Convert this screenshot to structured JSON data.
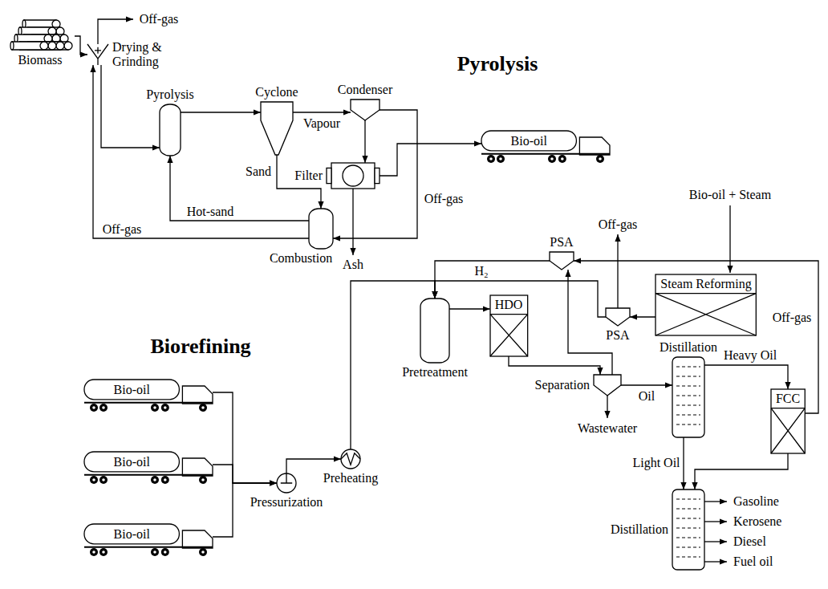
{
  "diagram": {
    "nodes": [
      {
        "text": [
          "Biomass"
        ]
      },
      {
        "text": [
          "Drying & Grinding"
        ]
      },
      {
        "text": [
          "Pyrolysis"
        ]
      },
      {
        "text": [
          "Cyclone"
        ]
      },
      {
        "text": [
          "Condenser"
        ]
      },
      {
        "text": [
          "Filter"
        ]
      },
      {
        "text": [
          "Combustion"
        ]
      },
      {
        "text": [
          "Bio-oil"
        ]
      },
      {
        "text": [
          "Bio-oil"
        ]
      },
      {
        "text": [
          "Bio-oil"
        ]
      },
      {
        "text": [
          "Bio-oil"
        ]
      },
      {
        "text": [
          "Pressurization"
        ]
      },
      {
        "text": [
          "Preheating"
        ]
      },
      {
        "text": [
          "Pretreatment"
        ]
      },
      {
        "text": [
          "HDO"
        ]
      },
      {
        "text": [
          "Separation"
        ]
      },
      {
        "text": [
          "PSA"
        ]
      },
      {
        "text": [
          "PSA"
        ]
      },
      {
        "text": [
          "Steam Reforming"
        ]
      },
      {
        "text": [
          "Distillation"
        ]
      },
      {
        "text": [
          "FCC"
        ]
      },
      {
        "text": [
          "Distillation"
        ]
      }
    ],
    "edges": [
      {
        "from": 0,
        "to": 1,
        "arrow": "to"
      },
      {
        "from": 1,
        "to": 2,
        "arrow": "to"
      },
      {
        "from": 2,
        "to": 3,
        "arrow": "to"
      },
      {
        "from": 3,
        "to": 4,
        "arrow": "to",
        "label": "Vapour"
      },
      {
        "from": 4,
        "to": 5,
        "arrow": "to"
      },
      {
        "from": 3,
        "to": 6,
        "arrow": "to",
        "label": "Sand"
      },
      {
        "from": 6,
        "to": 2,
        "arrow": "to",
        "label": "Hot-sand"
      },
      {
        "from": 4,
        "to": 6,
        "arrow": "to",
        "label": "Off-gas"
      },
      {
        "from": 6,
        "to": 1,
        "arrow": "to",
        "label": "Off-gas"
      },
      {
        "from": 5,
        "to": 7,
        "arrow": "to"
      },
      {
        "from": 8,
        "to": 11,
        "arrow": "to"
      },
      {
        "from": 9,
        "to": 11,
        "arrow": "to"
      },
      {
        "from": 10,
        "to": 11,
        "arrow": "to"
      },
      {
        "from": 11,
        "to": 12,
        "arrow": "to"
      },
      {
        "from": 12,
        "to": 13,
        "arrow": "to"
      },
      {
        "from": 13,
        "to": 14,
        "arrow": "to"
      },
      {
        "from": 14,
        "to": 15,
        "arrow": "to"
      },
      {
        "from": 15,
        "to": 19,
        "arrow": "to",
        "label": "Oil"
      },
      {
        "from": 19,
        "to": 20,
        "arrow": "to",
        "label": "Heavy Oil"
      },
      {
        "from": 19,
        "to": 21,
        "arrow": "to",
        "label": "Light Oil"
      },
      {
        "from": 20,
        "to": 21,
        "arrow": "to"
      },
      {
        "from": 15,
        "to": 16,
        "arrow": "to"
      },
      {
        "from": 18,
        "to": 17,
        "arrow": "to"
      },
      {
        "from": 16,
        "to": 13,
        "arrow": "to"
      },
      {
        "from": 17,
        "to": 13,
        "arrow": "to",
        "label": "H₂"
      },
      {
        "from": 20,
        "to": 16,
        "arrow": "to",
        "label": "Off-gas"
      }
    ],
    "labels": [
      "Off-gas",
      "Pyrolysis",
      "Ash",
      "Biorefining",
      "Bio-oil + Steam",
      "Off-gas",
      "Wastewater",
      "Gasoline",
      "Kerosene",
      "Diesel",
      "Fuel oil"
    ]
  }
}
